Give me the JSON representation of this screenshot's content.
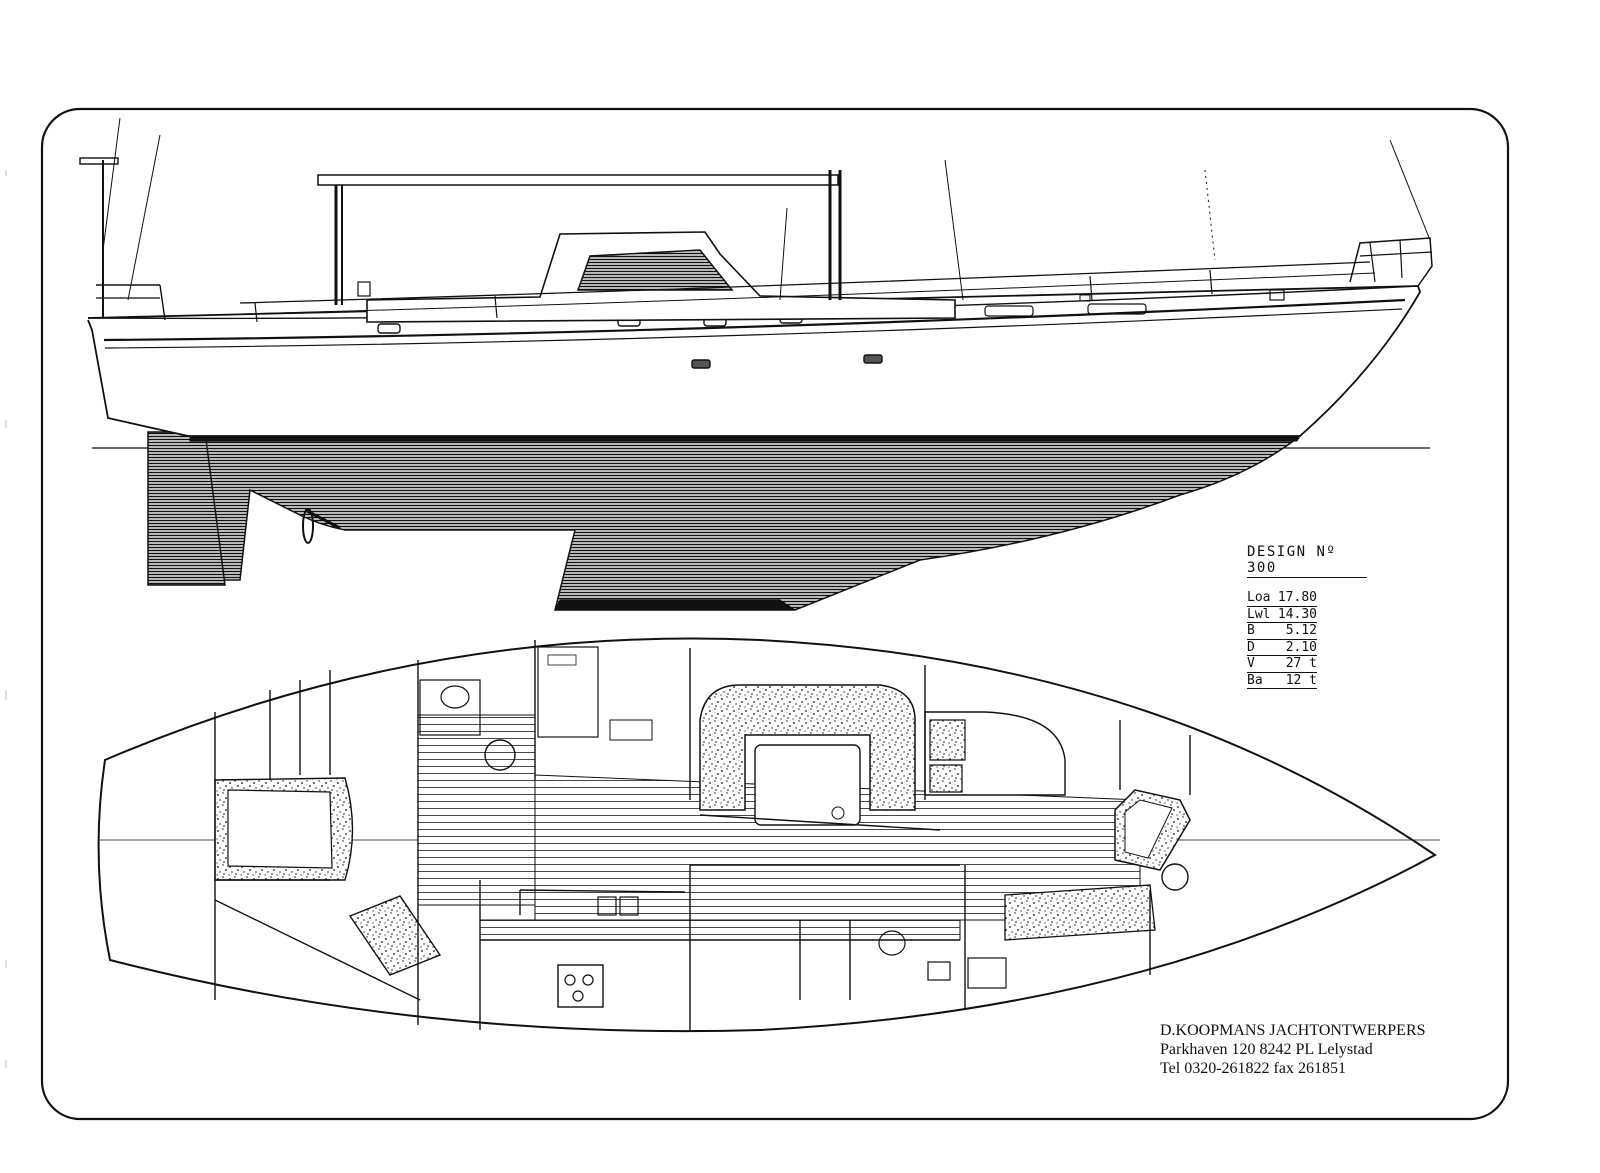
{
  "design": {
    "title": "DESIGN Nº 300",
    "specs": [
      {
        "label": "Loa",
        "value": "17.80"
      },
      {
        "label": "Lwl",
        "value": "14.30"
      },
      {
        "label": "B",
        "value": "5.12"
      },
      {
        "label": "D",
        "value": "2.10"
      },
      {
        "label": "V",
        "value": "27 t"
      },
      {
        "label": "Ba",
        "value": "12 t"
      }
    ]
  },
  "firm": {
    "name": "D.KOOPMANS JACHTONTWERPERS",
    "address": "Parkhaven 120 8242 PL Lelystad",
    "phone": "Tel 0320-261822 fax 261851"
  },
  "colors": {
    "ink": "#111111",
    "paper": "#ffffff"
  }
}
